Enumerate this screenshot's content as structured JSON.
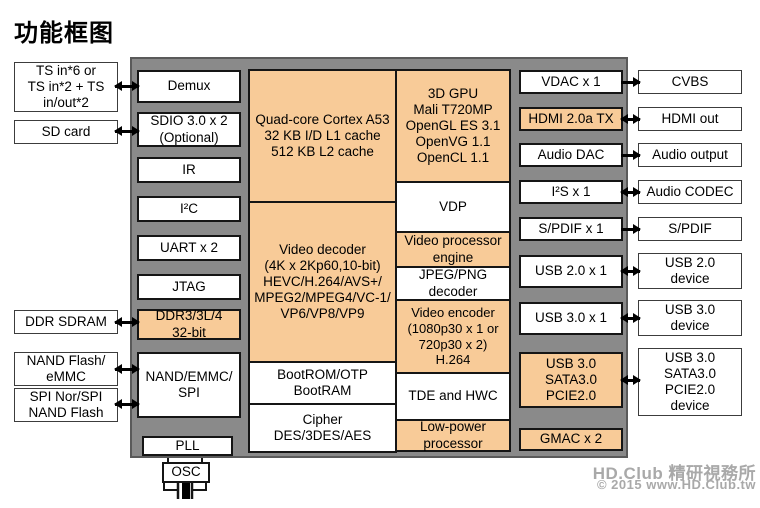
{
  "title": "功能框图",
  "colors": {
    "accent_orange": "#F8CB98",
    "die_gray": "#8A8A8A",
    "box_white": "#FFFFFF",
    "line_black": "#000000",
    "watermark_gray": "#A9A9A9"
  },
  "external_left": {
    "ts": "TS in*6 or\nTS in*2 + TS\nin/out*2",
    "sd_card": "SD card",
    "ddr_sdram": "DDR SDRAM",
    "nand_flash": "NAND Flash/\neMMC",
    "spi_flash": "SPI Nor/SPI\nNAND Flash"
  },
  "chip": {
    "demux": "Demux",
    "sdio": "SDIO 3.0 x 2\n(Optional)",
    "ir": "IR",
    "i2c": "I²C",
    "uart": "UART x 2",
    "jtag": "JTAG",
    "ddr_ctrl": "DDR3/3L/4\n32-bit",
    "nand_ctrl": "NAND/EMMC/\nSPI",
    "pll": "PLL",
    "cpu": "Quad-core Cortex A53\n32 KB I/D L1 cache\n512 KB L2 cache",
    "video_decoder": "Video decoder\n(4K x 2Kp60,10-bit)\nHEVC/H.264/AVS+/\nMPEG2/MPEG4/VC-1/\nVP6/VP8/VP9",
    "bootrom": "BootROM/OTP\nBootRAM",
    "cipher": "Cipher\nDES/3DES/AES",
    "gpu": "3D GPU\nMali T720MP\nOpenGL ES 3.1\nOpenVG 1.1\nOpenCL 1.1",
    "vdp": "VDP",
    "video_processor": "Video processor\nengine",
    "jpeg_decoder": "JPEG/PNG\ndecoder",
    "video_encoder": "Video encoder\n(1080p30 x 1 or\n720p30 x 2)\nH.264",
    "tde": "TDE and HWC",
    "low_power": "Low-power\nprocessor",
    "vdac": "VDAC x 1",
    "hdmi_tx": "HDMI 2.0a TX",
    "audio_dac": "Audio DAC",
    "i2s": "I²S x 1",
    "spdif": "S/PDIF x 1",
    "usb2": "USB 2.0 x 1",
    "usb3": "USB 3.0 x 1",
    "usb3_combo": "USB 3.0\nSATA3.0\nPCIE2.0",
    "gmac": "GMAC x 2"
  },
  "osc": "OSC",
  "external_right": {
    "cvbs": "CVBS",
    "hdmi_out": "HDMI out",
    "audio_output": "Audio output",
    "audio_codec": "Audio CODEC",
    "spdif": "S/PDIF",
    "usb2_device": "USB 2.0\ndevice",
    "usb3_device": "USB 3.0\ndevice",
    "combo_device": "USB 3.0\nSATA3.0\nPCIE2.0\ndevice"
  },
  "watermark": {
    "line1": "HD.Club 精研視務所",
    "line2": "© 2015  www.HD.Club.tw"
  }
}
